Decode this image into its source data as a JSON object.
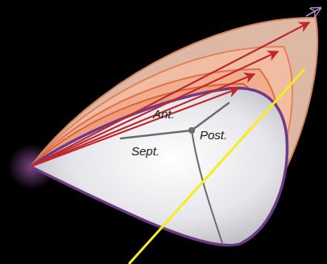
{
  "diagram": {
    "labels": [
      "Ant.",
      "Post.",
      "Sept."
    ]
  }
}
